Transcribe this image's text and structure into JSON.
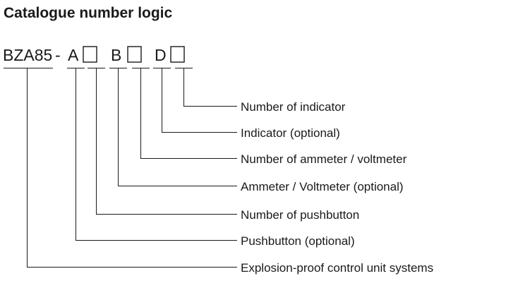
{
  "title": "Catalogue number logic",
  "code": {
    "prefix": "BZA85",
    "dash": "-",
    "segments": [
      {
        "id": "seg-a",
        "type": "letter",
        "text": "A"
      },
      {
        "id": "seg-a-box",
        "type": "box",
        "text": ""
      },
      {
        "id": "seg-b",
        "type": "letter",
        "text": "B"
      },
      {
        "id": "seg-b-box",
        "type": "box",
        "text": ""
      },
      {
        "id": "seg-d",
        "type": "letter",
        "text": "D"
      },
      {
        "id": "seg-d-box",
        "type": "box",
        "text": ""
      }
    ]
  },
  "legend": [
    {
      "id": "number-of-indicator",
      "label": "Number of indicator",
      "source": "seg-d-box"
    },
    {
      "id": "indicator-optional",
      "label": "Indicator (optional)",
      "source": "seg-d"
    },
    {
      "id": "number-of-ammeter-voltmeter",
      "label": "Number of ammeter / voltmeter",
      "source": "seg-b-box"
    },
    {
      "id": "ammeter-voltmeter-optional",
      "label": "Ammeter / Voltmeter (optional)",
      "source": "seg-b"
    },
    {
      "id": "number-of-pushbutton",
      "label": "Number of pushbutton",
      "source": "seg-a-box"
    },
    {
      "id": "pushbutton-optional",
      "label": "Pushbutton (optional)",
      "source": "seg-a"
    },
    {
      "id": "explosion-proof-control-unit-systems",
      "label": "Explosion-proof control unit systems",
      "source": "prefix"
    }
  ],
  "colors": {
    "ink": "#1a1a1a",
    "background": "#ffffff"
  }
}
